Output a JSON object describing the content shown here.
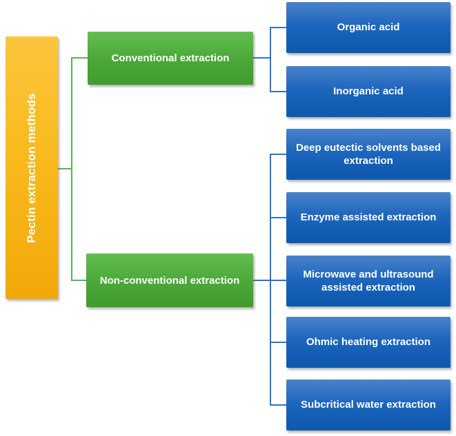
{
  "diagram": {
    "title": "Pectin extraction methods",
    "root": {
      "label": "Pectin extraction methods"
    },
    "branches": [
      {
        "label": "Conventional extraction",
        "children": [
          {
            "label": "Organic acid"
          },
          {
            "label": "Inorganic acid"
          }
        ]
      },
      {
        "label": "Non-conventional extraction",
        "children": [
          {
            "label": "Deep eutectic solvents based extraction"
          },
          {
            "label": "Enzyme assisted extraction"
          },
          {
            "label": "Microwave and ultrasound assisted extraction"
          },
          {
            "label": "Ohmic heating extraction"
          },
          {
            "label": "Subcritical water extraction"
          }
        ]
      }
    ],
    "colors": {
      "root_fill_top": "#FCC53C",
      "root_fill_bottom": "#F2A808",
      "branch_fill_top": "#62BE4F",
      "branch_fill_bottom": "#3F9D2C",
      "leaf_fill_top": "#4A82CB",
      "leaf_fill_bottom": "#0E59AC",
      "branch_connector": "#55B455",
      "leaf_connector": "#2B74C6",
      "text": "#FFFFFF",
      "background": "#FFFFFF"
    }
  }
}
